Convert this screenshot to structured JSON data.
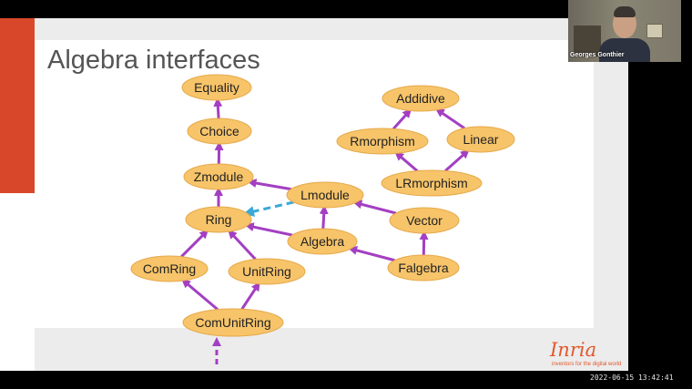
{
  "slide": {
    "title": "Algebra interfaces",
    "logo": {
      "wordmark": "Inria",
      "tagline": "inventors for the digital world"
    }
  },
  "diagram": {
    "nodes": [
      {
        "id": "equality",
        "label": "Equality"
      },
      {
        "id": "choice",
        "label": "Choice"
      },
      {
        "id": "zmodule",
        "label": "Zmodule"
      },
      {
        "id": "ring",
        "label": "Ring"
      },
      {
        "id": "comring",
        "label": "ComRing"
      },
      {
        "id": "unitring",
        "label": "UnitRing"
      },
      {
        "id": "comunitring",
        "label": "ComUnitRing"
      },
      {
        "id": "lmodule",
        "label": "Lmodule"
      },
      {
        "id": "algebra",
        "label": "Algebra"
      },
      {
        "id": "vector",
        "label": "Vector"
      },
      {
        "id": "falgebra",
        "label": "Falgebra"
      },
      {
        "id": "addidive",
        "label": "Addidive"
      },
      {
        "id": "rmorphism",
        "label": "Rmorphism"
      },
      {
        "id": "linear",
        "label": "Linear"
      },
      {
        "id": "lrmorphism",
        "label": "LRmorphism"
      }
    ],
    "colors": {
      "node_fill": "#f7c46a",
      "node_stroke": "#e6a94a",
      "edge": "#a33fc2",
      "dashed_edge": "#3aa9d8"
    }
  },
  "webcam": {
    "participant_name": "Georges Gonthier"
  },
  "recording": {
    "timestamp": "2022-06-15  13:42:41"
  }
}
